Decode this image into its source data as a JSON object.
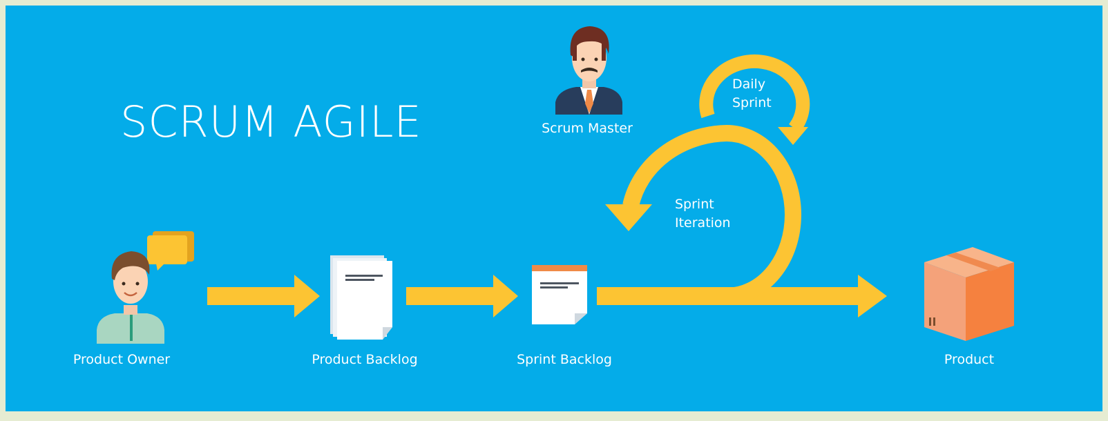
{
  "diagram": {
    "title": "SCRUM AGILE",
    "nodes": {
      "product_owner": "Product Owner",
      "product_backlog": "Product Backlog",
      "sprint_backlog": "Sprint Backlog",
      "product": "Product",
      "scrum_master": "Scrum Master"
    },
    "loops": {
      "daily_sprint": [
        "Daily",
        "Sprint"
      ],
      "sprint_iteration": [
        "Sprint",
        "Iteration"
      ]
    }
  },
  "colors": {
    "background": "#04ace9",
    "page_border": "#e6ecd2",
    "arrow": "#fcc433",
    "text": "#ffffff",
    "box": "#f5844a"
  }
}
